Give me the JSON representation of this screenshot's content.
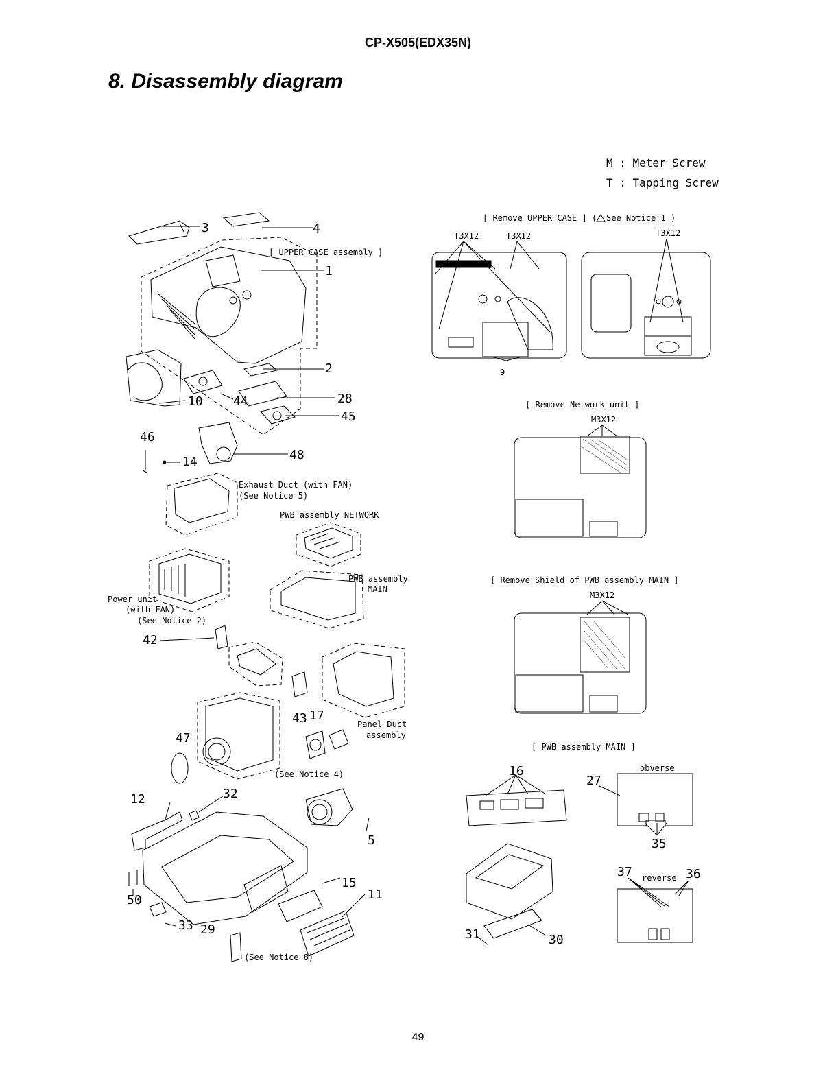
{
  "document": {
    "header": "CP-X505(EDX35N)",
    "section_title": "8. Disassembly diagram",
    "page_number": "49"
  },
  "legend": {
    "meter": "M : Meter Screw",
    "tapping": "T : Tapping Screw"
  },
  "left": {
    "upper_case_assembly": "[ UPPER CASE assembly ]",
    "exhaust_duct_1": "Exhaust Duct (with FAN)",
    "exhaust_duct_2": "(See Notice 5)",
    "pwb_network": "PWB assembly NETWORK",
    "pwb_main_1": "PWB assembly",
    "pwb_main_2": "MAIN",
    "power_unit_1": "Power unit",
    "power_unit_2": "(with FAN)",
    "power_unit_3": "(See Notice 2)",
    "panel_duct_1": "Panel Duct",
    "panel_duct_2": "assembly",
    "notice4": "(See Notice 4)",
    "notice8": "(See Notice 8)",
    "part_numbers": {
      "p3": "3",
      "p4": "4",
      "p1": "1",
      "p2": "2",
      "p10": "10",
      "p44": "44",
      "p28": "28",
      "p45": "45",
      "p46": "46",
      "p14": "14",
      "p48": "48",
      "p42": "42",
      "p43": "43",
      "p17": "17",
      "p47": "47",
      "p12": "12",
      "p32": "32",
      "p5": "5",
      "p15": "15",
      "p11": "11",
      "p50": "50",
      "p33": "33",
      "p29": "29"
    }
  },
  "right": {
    "remove_upper_case_a": "[ Remove UPPER CASE ] (",
    "remove_upper_case_b": "See Notice 1 )",
    "screw_t3x12": "T3X12",
    "part9": "9",
    "remove_network": "[ Remove Network unit ]",
    "screw_m3x12": "M3X12",
    "remove_shield": "[ Remove Shield of PWB assembly MAIN ]",
    "pwb_main_title": "[ PWB assembly MAIN ]",
    "obverse": "obverse",
    "reverse": "reverse",
    "part_numbers": {
      "p16": "16",
      "p27": "27",
      "p35": "35",
      "p37": "37",
      "p36": "36",
      "p31": "31",
      "p30": "30"
    }
  }
}
